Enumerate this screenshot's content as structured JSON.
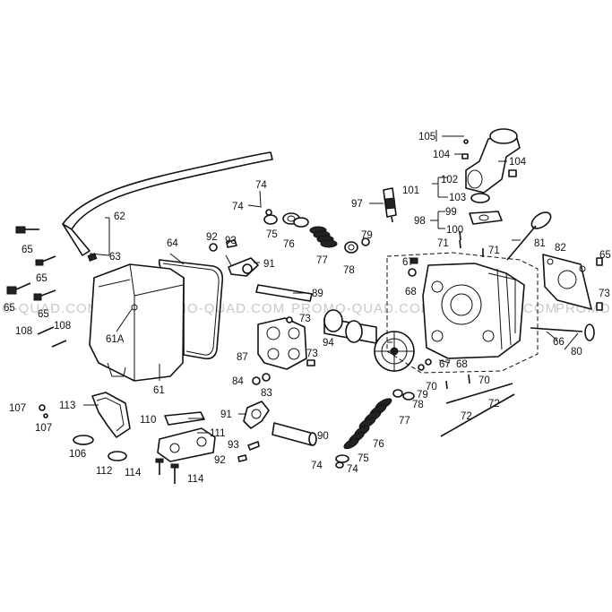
{
  "watermark": {
    "segments": [
      "O-QUAD.COM",
      "PROMO-QUAD.COM",
      "PROMO-QUAD.COM",
      "PROMOQUAD.COM",
      "PROMO"
    ]
  },
  "labels": {
    "l105": "105",
    "l104a": "104",
    "l104b": "104",
    "l102": "102",
    "l101": "101",
    "l103": "103",
    "l97": "97",
    "l99": "99",
    "l98": "98",
    "l100": "100",
    "l71a": "71",
    "l71b": "71",
    "l81": "81",
    "l82": "82",
    "l73r": "73",
    "l65r": "65",
    "l66": "66",
    "l80": "80",
    "l74t": "74",
    "l74m": "74",
    "l75t": "75",
    "l76t": "76",
    "l77t": "77",
    "l78t": "78",
    "l79t": "79",
    "l92t": "92",
    "l93t": "93",
    "l91t": "91",
    "l89": "89",
    "l73a": "73",
    "l73b": "73",
    "l87": "87",
    "l94": "94",
    "l84": "84",
    "l83": "83",
    "l67a": "67",
    "l68a": "68",
    "l67b": "67",
    "l68b": "68",
    "l70a": "70",
    "l70b": "70",
    "l72a": "72",
    "l72b": "72",
    "l79b": "79",
    "l78b": "78",
    "l77b": "77",
    "l76b": "76",
    "l75b": "75",
    "l74b1": "74",
    "l74b2": "74",
    "l62": "62",
    "l63": "63",
    "l64": "64",
    "l65a": "65",
    "l65b": "65",
    "l65c": "65",
    "l65d": "65",
    "l108a": "108",
    "l108b": "108",
    "l61a": "61A",
    "l61": "61",
    "l107a": "107",
    "l107b": "107",
    "l113": "113",
    "l106": "106",
    "l112": "112",
    "l114a": "114",
    "l114b": "114",
    "l110": "110",
    "l111": "111",
    "l91b": "91",
    "l93b": "93",
    "l92b": "92",
    "l90": "90"
  }
}
